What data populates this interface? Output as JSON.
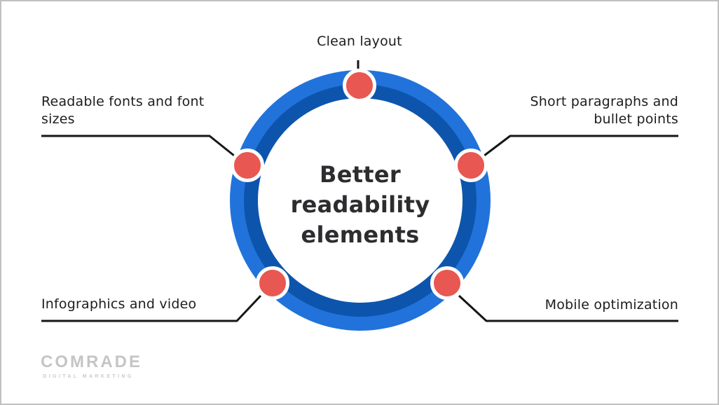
{
  "colors": {
    "canvas-border": "#c0c0c0",
    "ring-light": "#2173db",
    "ring-dark": "#0d55ac",
    "node-red": "#e85751",
    "node-border": "#ffffff",
    "connector": "#161616",
    "label-text": "#1d1d1d",
    "title-text": "#2d2d30",
    "logo-gray": "#c5c5c5",
    "tagline-gray": "#cbcbcb"
  },
  "diagram": {
    "title": {
      "text": "Better readability elements",
      "lines": [
        "Better",
        "readability",
        "elements"
      ]
    },
    "labels": [
      {
        "id": "clean-layout",
        "text": "Clean layout",
        "lines": [
          "Clean layout"
        ]
      },
      {
        "id": "readable-fonts",
        "text": "Readable fonts and font sizes",
        "lines": [
          "Readable fonts and font",
          "sizes"
        ]
      },
      {
        "id": "short-paragraphs",
        "text": "Short paragraphs and bullet points",
        "lines": [
          "Short paragraphs and",
          "bullet points"
        ]
      },
      {
        "id": "infographics-video",
        "text": "Infographics and video",
        "lines": [
          "Infographics and video"
        ]
      },
      {
        "id": "mobile-optimization",
        "text": "Mobile optimization",
        "lines": [
          "Mobile optimization"
        ]
      }
    ]
  },
  "footer": {
    "logo": "COMRADE",
    "tagline": "DIGITAL MARKETING"
  }
}
